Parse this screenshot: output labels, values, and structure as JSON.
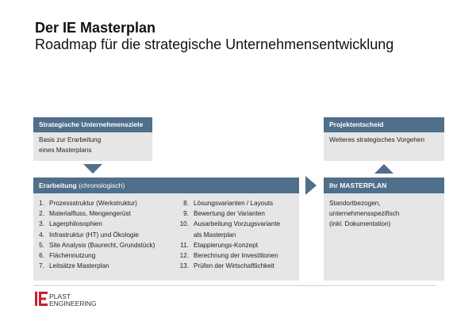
{
  "title": "Der IE Masterplan",
  "subtitle": "Roadmap für die strategische Unternehmensentwicklung",
  "boxes": {
    "ziele": {
      "header": "Strategische Unternehmensziele",
      "body_line1": "Basis zur Erarbeitung",
      "body_line2": "eines Masterplans"
    },
    "projektentscheid": {
      "header": "Projektentscheid",
      "body": "Weiteres strategisches Vorgehen"
    },
    "erarbeitung": {
      "header_bold": "Erarbeitung",
      "header_light": "(chronologisch)",
      "left_items": [
        {
          "num": "1.",
          "text": "Prozessstruktur (Werkstruktur)"
        },
        {
          "num": "2.",
          "text": "Materialfluss, Mengengerüst"
        },
        {
          "num": "3.",
          "text": "Lagerphilosophien"
        },
        {
          "num": "4.",
          "text": "Infrastruktur (HT) und Ökologie"
        },
        {
          "num": "5.",
          "text": "Site Analysis (Baurecht, Grundstück)"
        },
        {
          "num": "6.",
          "text": "Flächennutzung"
        },
        {
          "num": "7.",
          "text": "Leitsätze Masterplan"
        }
      ],
      "right_items": [
        {
          "num": "8.",
          "text": "Lösungsvarianten / Layouts"
        },
        {
          "num": "9.",
          "text": "Bewertung der Varianten"
        },
        {
          "num": "10.",
          "text": "Ausarbeitung Vorzugsvariante"
        },
        {
          "num": "",
          "text": "als Masterplan"
        },
        {
          "num": "11.",
          "text": "Etappierungs-Konzept"
        },
        {
          "num": "12.",
          "text": "Berechnung der Investitionen"
        },
        {
          "num": "13.",
          "text": "Prüfen der Wirtschaftlichkeit"
        }
      ]
    },
    "masterplan": {
      "header": "Ihr MASTERPLAN",
      "body_line1": "Standortbezogen,",
      "body_line2": "unternehmensspezifisch",
      "body_line3": "(inkl. Dokumentation)"
    }
  },
  "logo": {
    "line1": "PLAST",
    "line2": "ENGINEERING"
  },
  "colors": {
    "header": "#4f6f8a",
    "box": "#e6e6e6",
    "logo_red": "#c8202f"
  }
}
